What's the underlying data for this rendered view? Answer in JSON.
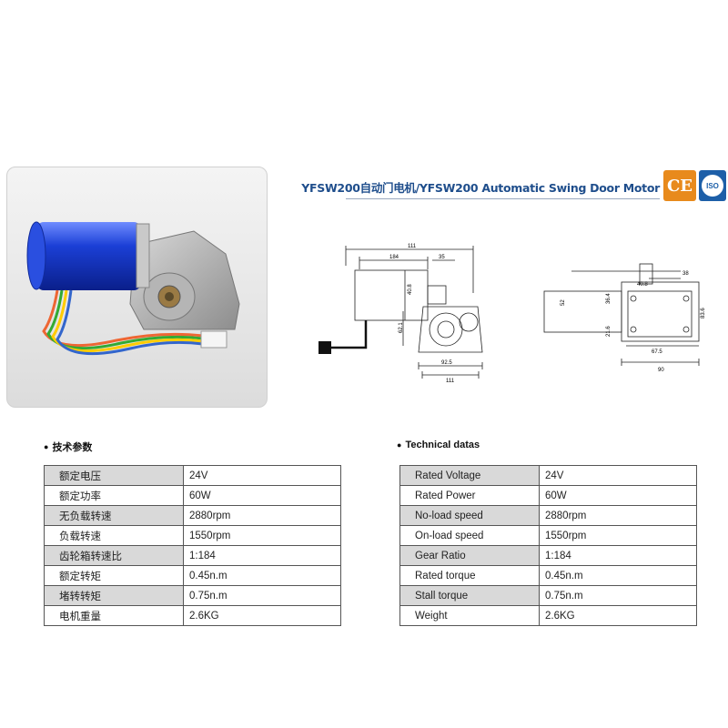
{
  "header": {
    "title": "YFSW200自动门电机/YFSW200 Automatic Swing Door Motor",
    "ce_label": "CE",
    "iso_label": "ISO"
  },
  "drawing_left": {
    "dims": [
      "111",
      "184",
      "35",
      "62.1",
      "92.5",
      "111",
      "40.8"
    ]
  },
  "drawing_right": {
    "dims": [
      "38",
      "36.4",
      "21.6",
      "67.5",
      "90",
      "52",
      "40.8",
      "83.6"
    ]
  },
  "chinese_section": {
    "heading": "技术参数",
    "rows": [
      {
        "label": "额定电压",
        "value": "24V",
        "shaded": true
      },
      {
        "label": "额定功率",
        "value": "60W",
        "shaded": false
      },
      {
        "label": "无负载转速",
        "value": "2880rpm",
        "shaded": true
      },
      {
        "label": "负载转速",
        "value": "1550rpm",
        "shaded": false
      },
      {
        "label": "齿轮箱转速比",
        "value": "1:184",
        "shaded": true
      },
      {
        "label": "额定转矩",
        "value": "0.45n.m",
        "shaded": false
      },
      {
        "label": "堵转转矩",
        "value": "0.75n.m",
        "shaded": true
      },
      {
        "label": "电机重量",
        "value": "2.6KG",
        "shaded": false
      }
    ]
  },
  "english_section": {
    "heading": "Technical datas",
    "rows": [
      {
        "label": "Rated Voltage",
        "value": "24V",
        "shaded": true
      },
      {
        "label": "Rated Power",
        "value": "60W",
        "shaded": false
      },
      {
        "label": "No-load speed",
        "value": "2880rpm",
        "shaded": true
      },
      {
        "label": "On-load speed",
        "value": "1550rpm",
        "shaded": false
      },
      {
        "label": "Gear Ratio",
        "value": "1:184",
        "shaded": true
      },
      {
        "label": "Rated torque",
        "value": "0.45n.m",
        "shaded": false
      },
      {
        "label": "Stall torque",
        "value": "0.75n.m",
        "shaded": true
      },
      {
        "label": "Weight",
        "value": "2.6KG",
        "shaded": false
      }
    ]
  },
  "colors": {
    "title": "#1f4e8c",
    "motor_blue": "#1b3fd6",
    "ce_badge": "#e88a1c",
    "iso_badge": "#1d5fa8",
    "row_shade": "#d9d9d9"
  }
}
